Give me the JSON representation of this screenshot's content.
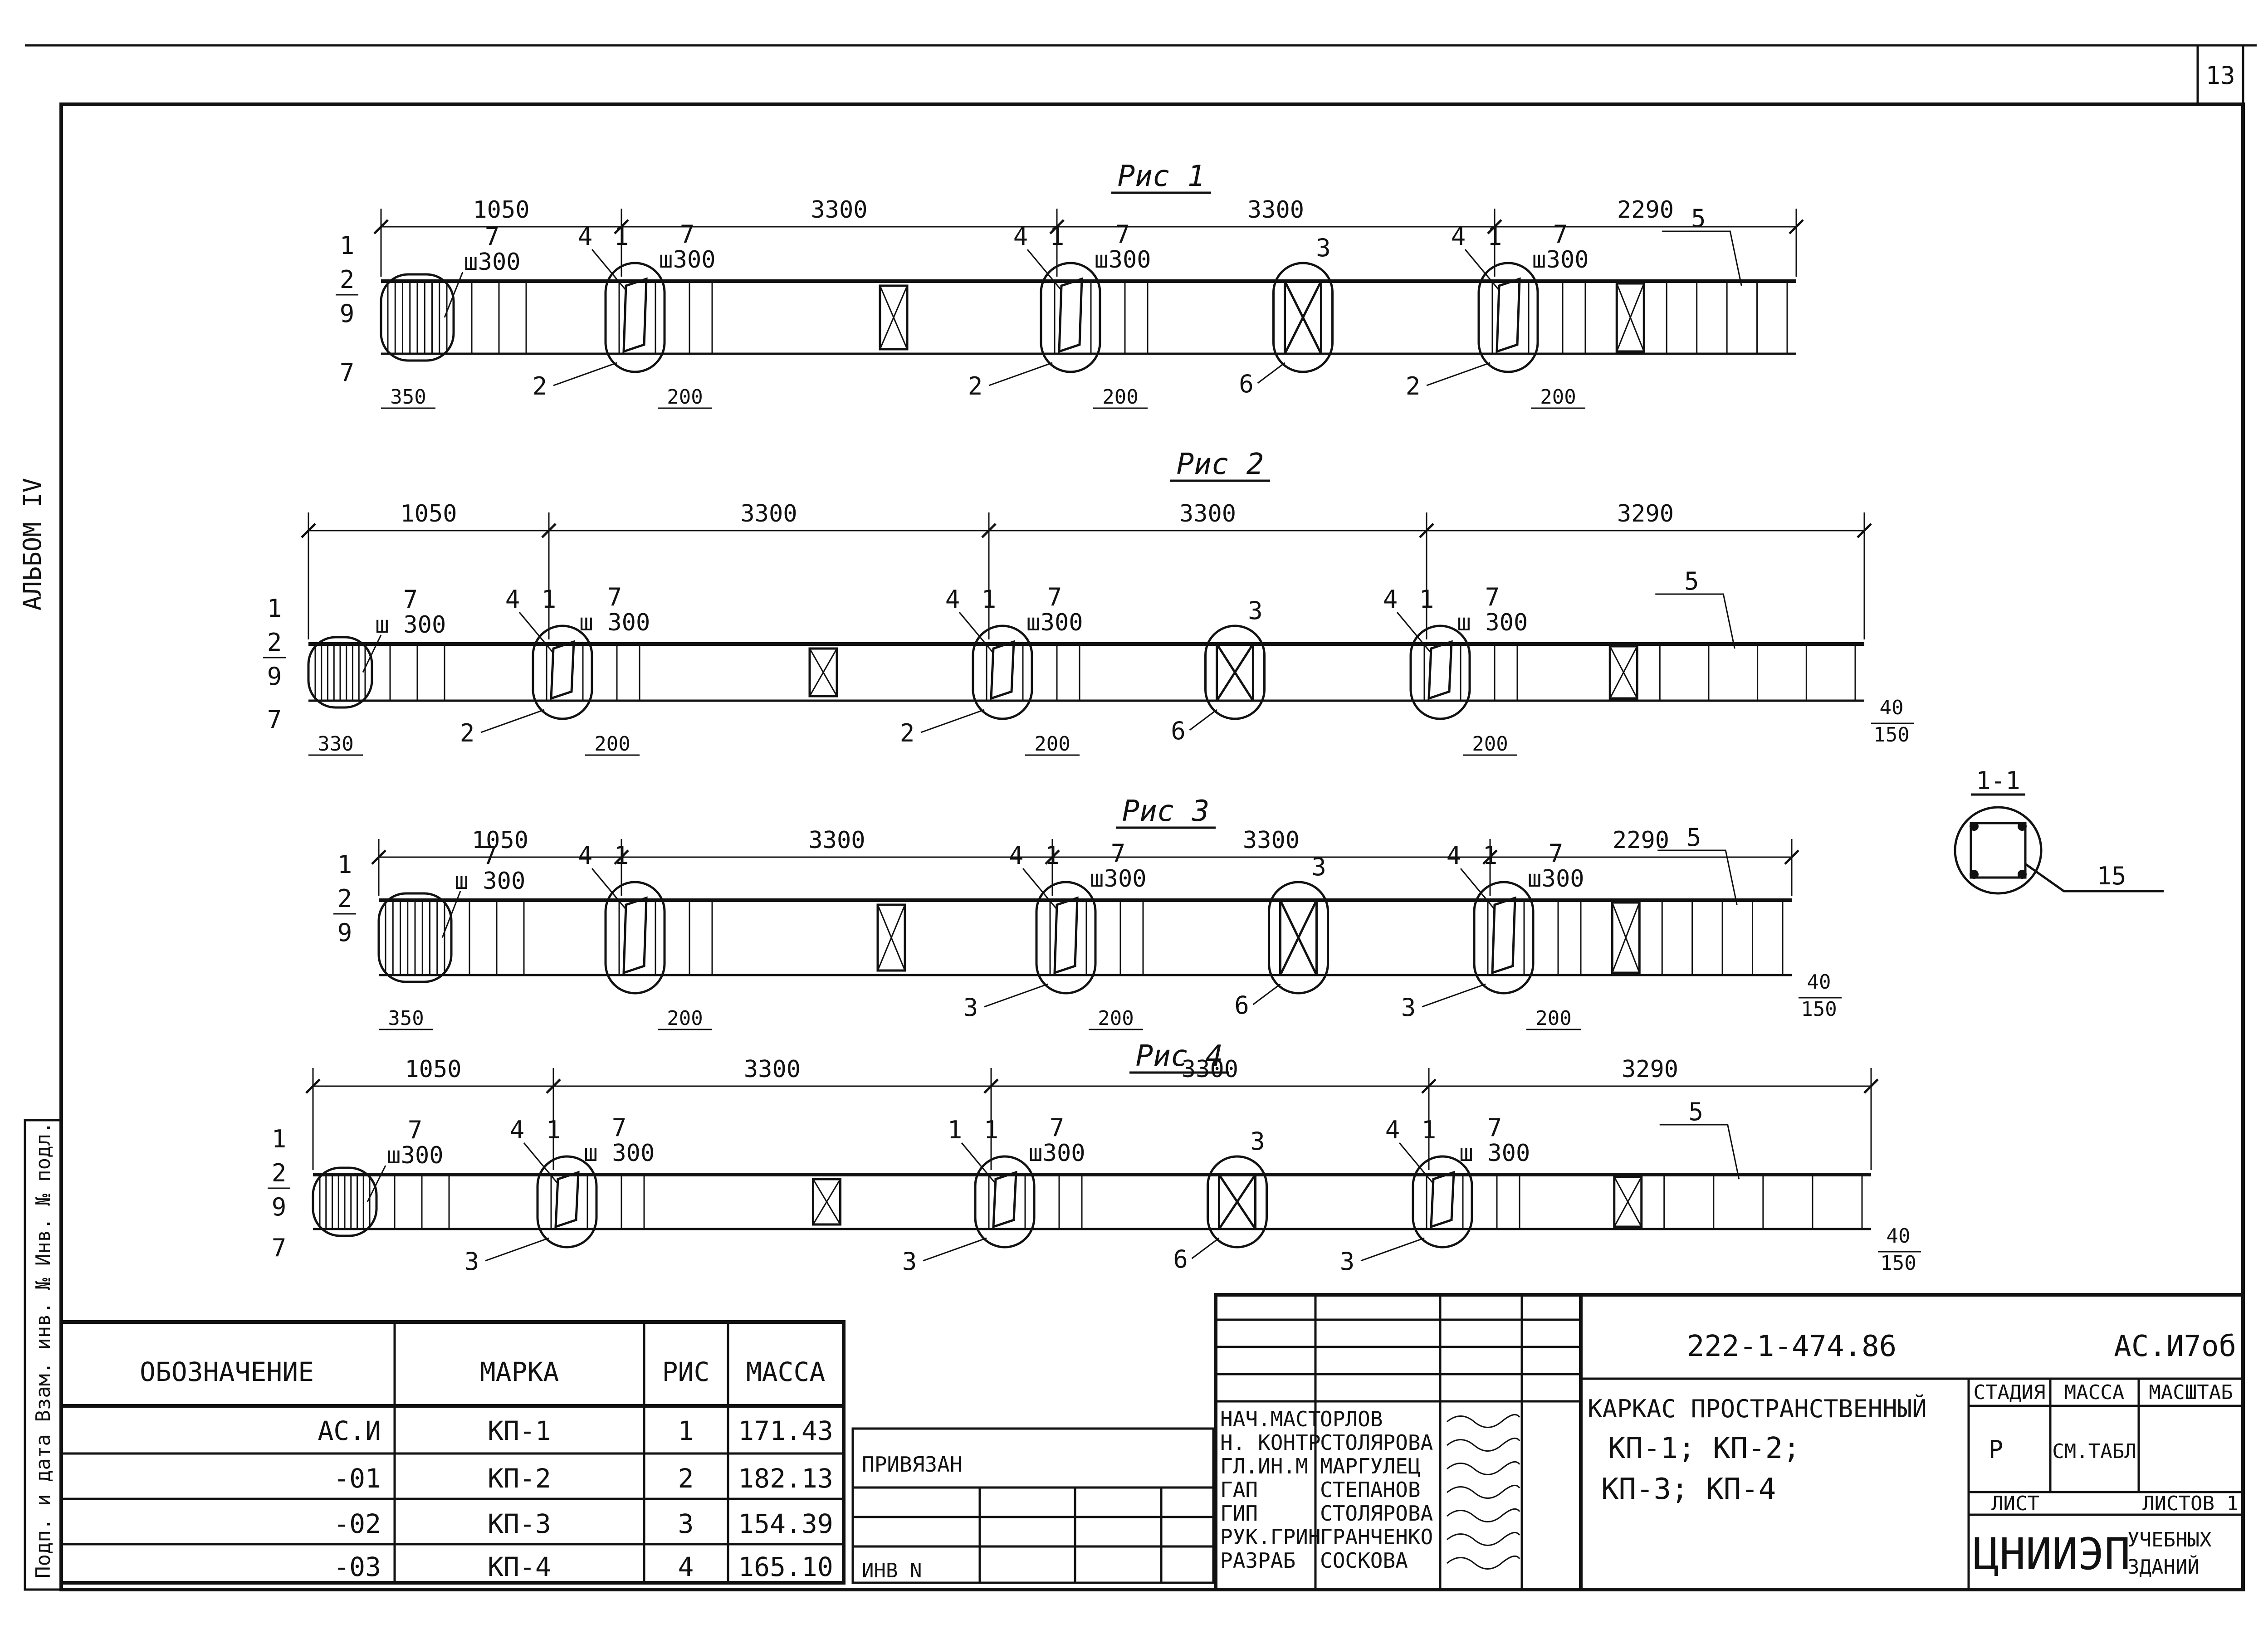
{
  "sheet": {
    "page_number": "13",
    "album_label": "АЛЬБОМ IV",
    "side_stamp": "Подп. и дата  Взам. инв. №  Инв. № подл."
  },
  "figures": [
    {
      "title": "Рис 1",
      "dims": [
        "1050",
        "3300",
        "3300",
        "2290"
      ],
      "extra_dims": [],
      "detail_dims": [
        "350",
        "200",
        "200",
        "200"
      ],
      "labels": {
        "end_stack": [
          "1",
          "2",
          "9",
          "7"
        ],
        "end_note": "ш300",
        "end_note_pos": "7",
        "nodes": [
          {
            "num": "4",
            "ref": "2",
            "note_pos": "7",
            "note": "ш300",
            "sec": "1"
          },
          {
            "num": "4",
            "ref": "2",
            "note_pos": "7",
            "note": "ш300",
            "sec": "1"
          },
          {
            "num": "3",
            "ref": "6",
            "note_pos": "",
            "note": "",
            "sec": ""
          },
          {
            "num": "4",
            "ref": "2",
            "note_pos": "7",
            "note": "ш300",
            "sec": "1"
          }
        ],
        "tail": "5"
      }
    },
    {
      "title": "Рис 2",
      "dims": [
        "1050",
        "3300",
        "3300",
        "3290"
      ],
      "extra_dims": [
        "40",
        "150"
      ],
      "detail_dims": [
        "330",
        "200",
        "200",
        "200"
      ],
      "labels": {
        "end_stack": [
          "1",
          "2",
          "9",
          "7"
        ],
        "end_note": "ш 300",
        "end_note_pos": "7",
        "nodes": [
          {
            "num": "4",
            "ref": "2",
            "note_pos": "7",
            "note": "ш 300",
            "sec": "1"
          },
          {
            "num": "4",
            "ref": "2",
            "note_pos": "7",
            "note": "ш300",
            "sec": "1"
          },
          {
            "num": "3",
            "ref": "6",
            "note_pos": "",
            "note": "",
            "sec": ""
          },
          {
            "num": "4",
            "ref": "",
            "note_pos": "7",
            "note": "ш 300",
            "sec": "1"
          }
        ],
        "tail": "5"
      }
    },
    {
      "title": "Рис 3",
      "dims": [
        "1050",
        "3300",
        "3300",
        "2290"
      ],
      "extra_dims": [
        "40",
        "150"
      ],
      "detail_dims": [
        "350",
        "200",
        "200",
        "200"
      ],
      "labels": {
        "end_stack": [
          "1",
          "2",
          "9"
        ],
        "end_note": "ш 300",
        "end_note_pos": "7",
        "nodes": [
          {
            "num": "4",
            "ref": "",
            "note_pos": "",
            "note": "",
            "sec": "1"
          },
          {
            "num": "4",
            "ref": "3",
            "note_pos": "7",
            "note": "ш300",
            "sec": "1"
          },
          {
            "num": "3",
            "ref": "6",
            "note_pos": "",
            "note": "",
            "sec": ""
          },
          {
            "num": "4",
            "ref": "3",
            "note_pos": "7",
            "note": "ш300",
            "sec": "1"
          }
        ],
        "tail": "5"
      }
    },
    {
      "title": "Рис 4",
      "dims": [
        "1050",
        "3300",
        "3300",
        "3290"
      ],
      "extra_dims": [
        "40",
        "150"
      ],
      "detail_dims": [],
      "labels": {
        "end_stack": [
          "1",
          "2",
          "9",
          "7"
        ],
        "end_note": "ш300",
        "end_note_pos": "7",
        "nodes": [
          {
            "num": "4",
            "ref": "3",
            "note_pos": "7",
            "note": "ш 300",
            "sec": "1"
          },
          {
            "num": "1",
            "ref": "3",
            "note_pos": "7",
            "note": "ш300",
            "sec": "1"
          },
          {
            "num": "3",
            "ref": "6",
            "note_pos": "",
            "note": "",
            "sec": ""
          },
          {
            "num": "4",
            "ref": "3",
            "note_pos": "7",
            "note": "ш 300",
            "sec": "1"
          }
        ],
        "tail": "5"
      }
    }
  ],
  "section": {
    "title": "1-1",
    "pointer": "15"
  },
  "spec_table": {
    "headers": [
      "ОБОЗНАЧЕНИЕ",
      "МАРКА",
      "РИС",
      "МАССА"
    ],
    "rows": [
      [
        "АС.И",
        "КП-1",
        "1",
        "171.43"
      ],
      [
        "-01",
        "КП-2",
        "2",
        "182.13"
      ],
      [
        "-02",
        "КП-3",
        "3",
        "154.39"
      ],
      [
        "-03",
        "КП-4",
        "4",
        "165.10"
      ]
    ]
  },
  "attach_block": {
    "label": "ПРИВЯЗАН",
    "inv_label": "ИНВ N"
  },
  "title_block": {
    "doc_code": "222-1-474.86",
    "sheet_code": "АС.И7об",
    "title_line1": "КАРКАС ПРОСТРАНСТВЕННЫЙ",
    "title_line2": "КП-1; КП-2;",
    "title_line3": "КП-3; КП-4",
    "stage_header": "СТАДИЯ",
    "mass_header": "МАССА",
    "scale_header": "МАСШТАБ",
    "stage_value": "Р",
    "mass_value": "СМ.ТАБЛ",
    "sheet_label": "ЛИСТ",
    "sheets_label": "ЛИСТОВ 1",
    "org_name": "ЦНИИЭП",
    "org_sub1": "УЧЕБНЫХ",
    "org_sub2": "ЗДАНИЙ",
    "signers": [
      {
        "role": "НАЧ.МАСТ",
        "name": "ОРЛОВ"
      },
      {
        "role": "Н. КОНТР",
        "name": "СТОЛЯРОВА"
      },
      {
        "role": "ГЛ.ИН.М",
        "name": "МАРГУЛЕЦ"
      },
      {
        "role": "ГАП",
        "name": "СТЕПАНОВ"
      },
      {
        "role": "ГИП",
        "name": "СТОЛЯРОВА"
      },
      {
        "role": "РУК.ГРИН",
        "name": "ГРАНЧЕНКО"
      },
      {
        "role": "РАЗРАБ",
        "name": "СОСКОВА"
      }
    ]
  }
}
